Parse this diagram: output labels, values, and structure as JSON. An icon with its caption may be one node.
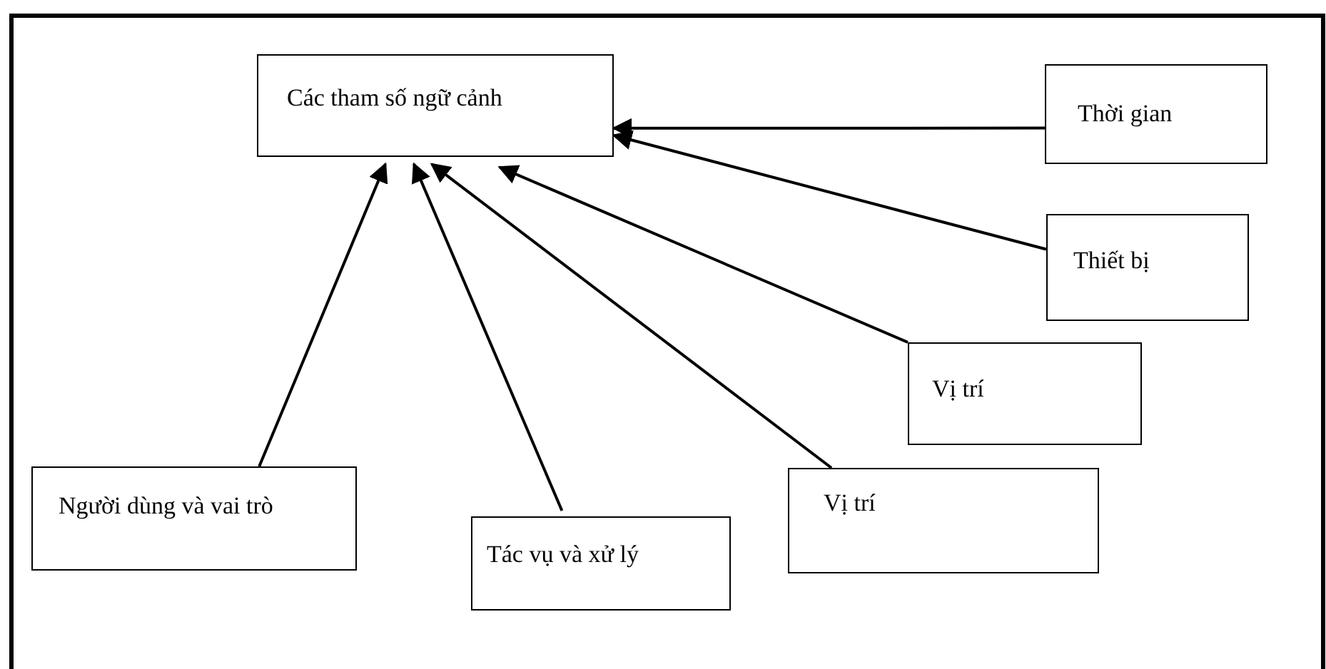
{
  "diagram": {
    "nodes": [
      {
        "text": [
          "Các tham số ngữ cảnh"
        ]
      },
      {
        "text": [
          "Thời gian"
        ]
      },
      {
        "text": [
          "Thiết bị"
        ]
      },
      {
        "text": [
          "Vị trí"
        ]
      },
      {
        "text": [
          "Người dùng và vai trò"
        ]
      },
      {
        "text": [
          "Tác vụ và xử lý"
        ]
      },
      {
        "text": [
          "Vị trí"
        ]
      }
    ],
    "edges": [
      {
        "from": 1,
        "to": 0,
        "arrow": "to"
      },
      {
        "from": 2,
        "to": 0,
        "arrow": "to"
      },
      {
        "from": 3,
        "to": 0,
        "arrow": "to"
      },
      {
        "from": 6,
        "to": 0,
        "arrow": "to"
      },
      {
        "from": 5,
        "to": 0,
        "arrow": "to"
      },
      {
        "from": 4,
        "to": 0,
        "arrow": "to"
      }
    ]
  }
}
